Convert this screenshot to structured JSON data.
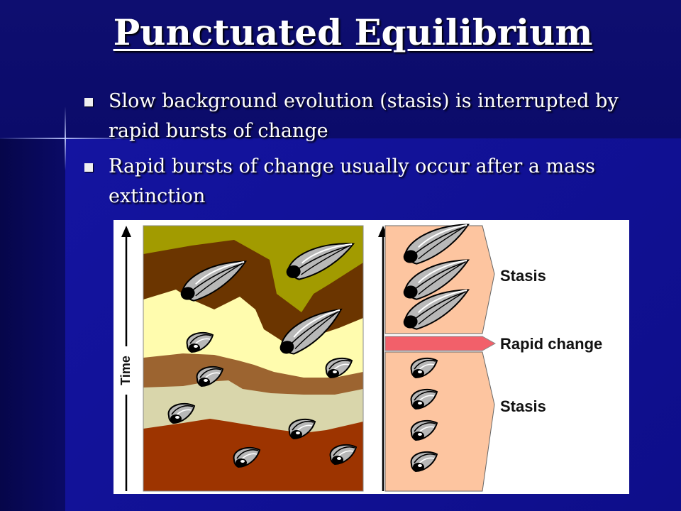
{
  "slide": {
    "title": "Punctuated Equilibrium",
    "bullets": [
      "Slow background evolution (stasis) is interrupted by rapid bursts of change",
      "Rapid bursts of change usually occur after  a mass extinction"
    ]
  },
  "figure": {
    "axis_label_left": "Time",
    "labels": {
      "stasis_top": "Stasis",
      "rapid_change": "Rapid change",
      "stasis_bottom": "Stasis"
    },
    "colors": {
      "layer_olive": "#a29b00",
      "layer_brown": "#6b3500",
      "layer_cream": "#fffcae",
      "layer_tan": "#9c6430",
      "layer_sage": "#d9d6ab",
      "layer_rust": "#9d3400",
      "panel_peach": "#fdc5a0",
      "rapid_bar": "#f2606a"
    }
  }
}
